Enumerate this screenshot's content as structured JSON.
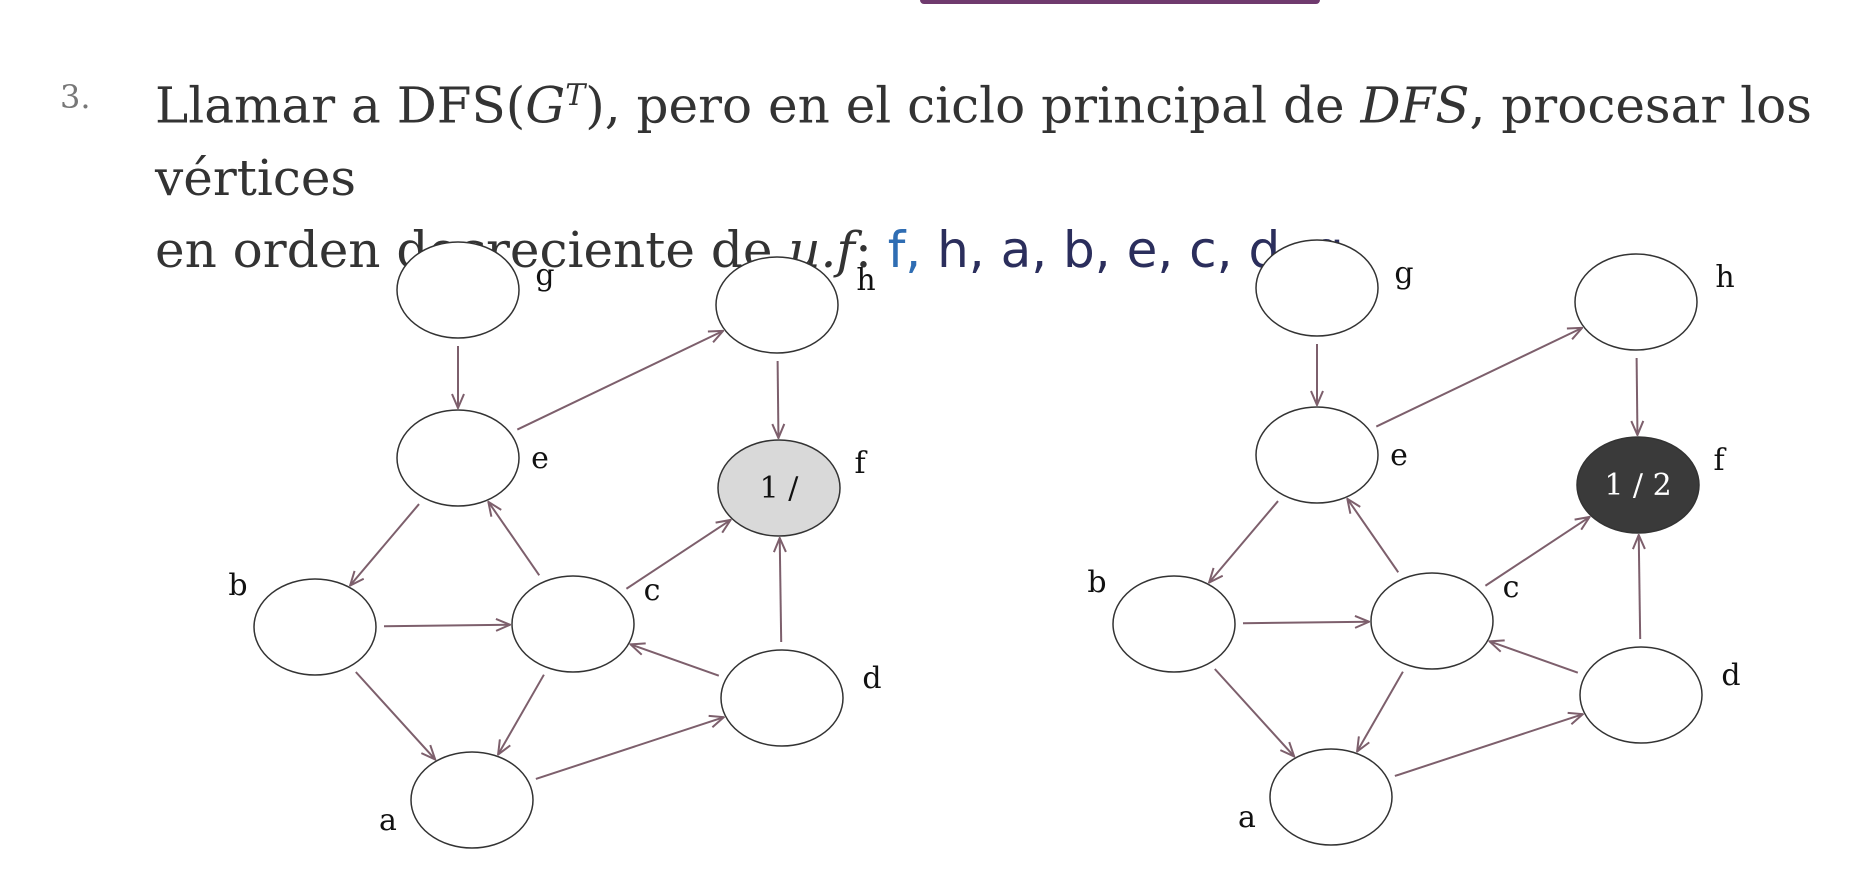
{
  "step": {
    "number": "3.",
    "text_a": "Llamar a DFS(",
    "G": "G",
    "T": "T",
    "text_b": "), pero en el ciclo principal de ",
    "DFS": "DFS",
    "text_c": ", procesar los vértices",
    "text_d": "en orden decreciente de ",
    "uf": "u.f",
    "text_e": ": ",
    "order": [
      {
        "label": "f",
        "color": "#2f6db3"
      },
      {
        "label": "h",
        "color": "#2b2e5c"
      },
      {
        "label": "a",
        "color": "#2b2e5c"
      },
      {
        "label": "b",
        "color": "#2b2e5c"
      },
      {
        "label": "e",
        "color": "#2b2e5c"
      },
      {
        "label": "c",
        "color": "#2b2e5c"
      },
      {
        "label": "d",
        "color": "#2b2e5c"
      },
      {
        "label": "g",
        "color": "#2b2e5c"
      }
    ],
    "order_sep": ", ",
    "order_end": "."
  },
  "colors": {
    "edge": "#7d5f6c",
    "node_stroke": "#333333",
    "gray": "#d9d9d9",
    "black": "#3a3a3a"
  },
  "graphs": [
    {
      "nodes": [
        {
          "id": "g",
          "label": "g",
          "text": "",
          "state": "white"
        },
        {
          "id": "h",
          "label": "h",
          "text": "",
          "state": "white"
        },
        {
          "id": "e",
          "label": "e",
          "text": "",
          "state": "white"
        },
        {
          "id": "f",
          "label": "f",
          "text": "1 /",
          "state": "gray"
        },
        {
          "id": "b",
          "label": "b",
          "text": "",
          "state": "white"
        },
        {
          "id": "c",
          "label": "c",
          "text": "",
          "state": "white"
        },
        {
          "id": "d",
          "label": "d",
          "text": "",
          "state": "white"
        },
        {
          "id": "a",
          "label": "a",
          "text": "",
          "state": "white"
        }
      ]
    },
    {
      "nodes": [
        {
          "id": "g",
          "label": "g",
          "text": "",
          "state": "white"
        },
        {
          "id": "h",
          "label": "h",
          "text": "",
          "state": "white"
        },
        {
          "id": "e",
          "label": "e",
          "text": "",
          "state": "white"
        },
        {
          "id": "f",
          "label": "f",
          "text": "1 / 2",
          "state": "black"
        },
        {
          "id": "b",
          "label": "b",
          "text": "",
          "state": "white"
        },
        {
          "id": "c",
          "label": "c",
          "text": "",
          "state": "white"
        },
        {
          "id": "d",
          "label": "d",
          "text": "",
          "state": "white"
        },
        {
          "id": "a",
          "label": "a",
          "text": "",
          "state": "white"
        }
      ]
    }
  ],
  "edges": [
    [
      "g",
      "e"
    ],
    [
      "e",
      "h"
    ],
    [
      "h",
      "f"
    ],
    [
      "e",
      "b"
    ],
    [
      "c",
      "e"
    ],
    [
      "c",
      "f"
    ],
    [
      "d",
      "f"
    ],
    [
      "b",
      "c"
    ],
    [
      "b",
      "a"
    ],
    [
      "c",
      "a"
    ],
    [
      "d",
      "c"
    ],
    [
      "a",
      "d"
    ]
  ]
}
